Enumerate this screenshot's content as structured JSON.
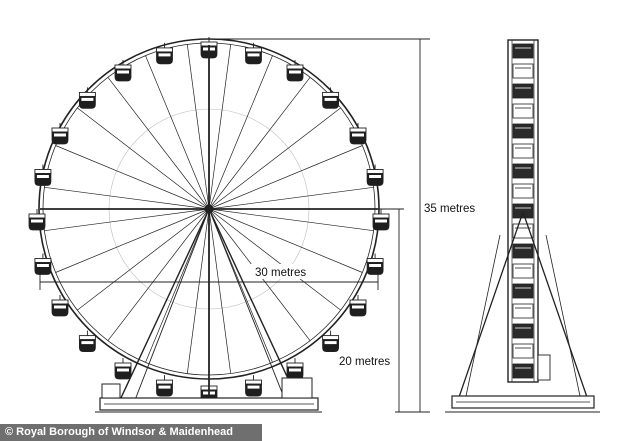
{
  "dimensions": {
    "width_label": "30 metres",
    "total_height_label": "35 metres",
    "axle_height_label": "20 metres"
  },
  "credit": "© Royal Borough of Windsor & Maidenhead",
  "wheel": {
    "gondola_count": 24,
    "spoke_count": 24
  }
}
